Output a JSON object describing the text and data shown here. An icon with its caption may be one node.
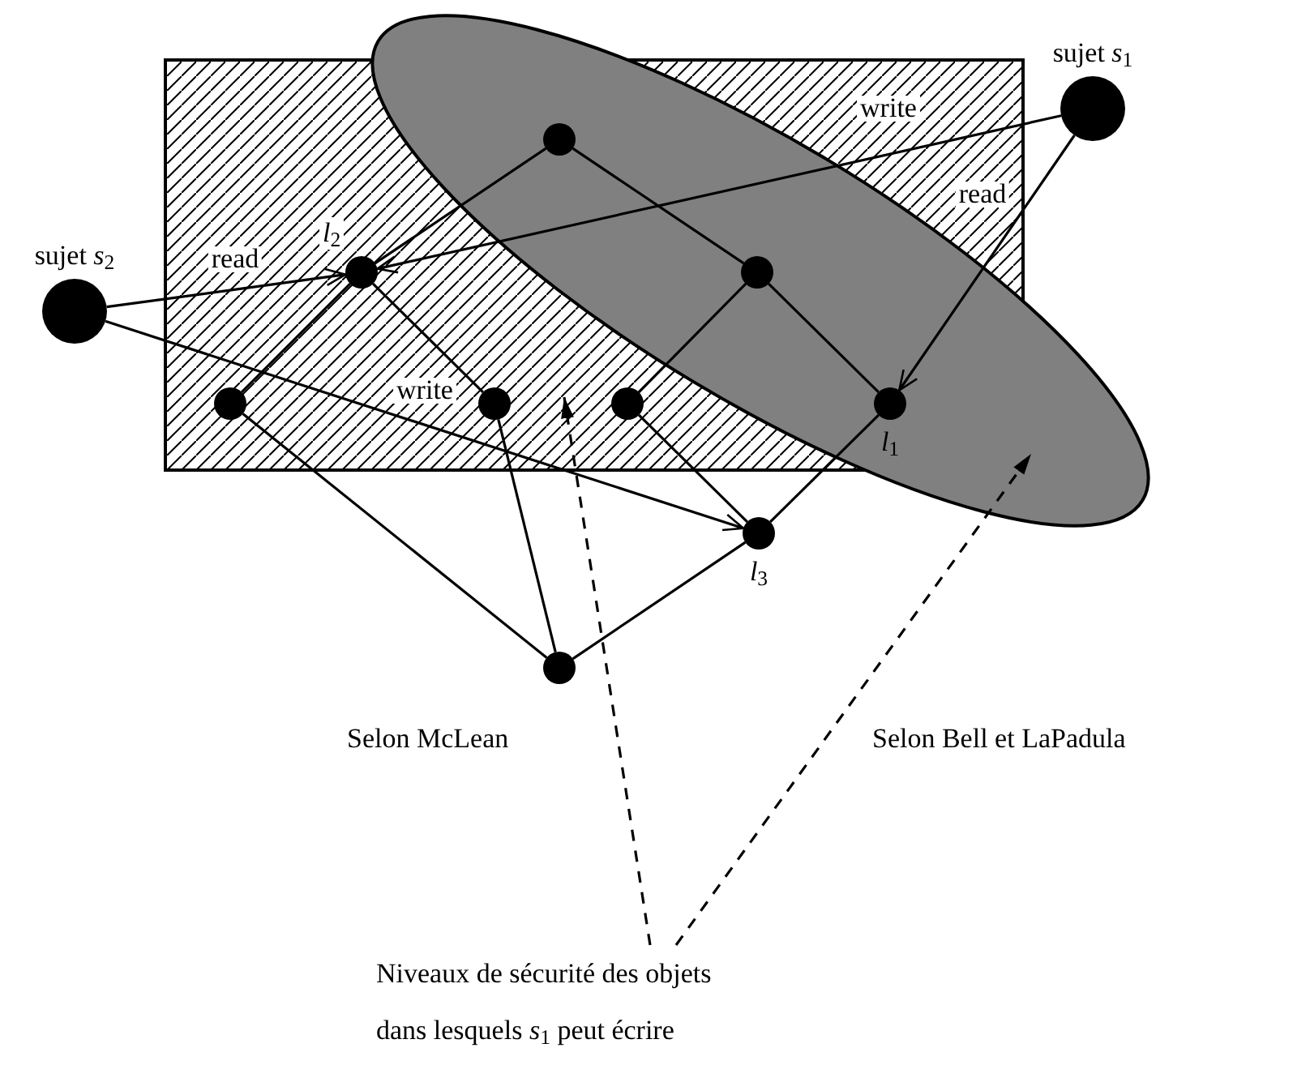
{
  "diagram": {
    "nodes": [
      {
        "text": [
          "sujet *s*$_{1}$"
        ]
      },
      {
        "text": [
          "sujet *s*$_{2}$"
        ]
      },
      {
        "text": [],
        "shape": "circle"
      },
      {
        "text": [],
        "shape": "circle"
      },
      {
        "text": [
          "*l*$_{2}$"
        ]
      },
      {
        "text": [],
        "shape": "circle"
      },
      {
        "text": [],
        "shape": "circle"
      },
      {
        "text": [],
        "shape": "circle"
      },
      {
        "text": [
          "*l*$_{1}$"
        ]
      },
      {
        "text": [
          "*l*$_{3}$"
        ]
      },
      {
        "text": [],
        "shape": "circle"
      },
      {
        "text": [
          "Niveaux de sécurité des objets dans lesquels *s*$_{1}$ peut écrire"
        ]
      }
    ],
    "edges": [
      {
        "from": 0,
        "to": 4,
        "arrow": "to",
        "label": "write"
      },
      {
        "from": 0,
        "to": 8,
        "arrow": "to",
        "label": "read"
      },
      {
        "from": 1,
        "to": 4,
        "arrow": "to",
        "label": "read"
      },
      {
        "from": 1,
        "to": 9,
        "arrow": "to",
        "label": "write"
      },
      {
        "from": 2,
        "to": 4,
        "arrow": "none"
      },
      {
        "from": 2,
        "to": 3,
        "arrow": "none"
      },
      {
        "from": 4,
        "to": 5,
        "arrow": "none"
      },
      {
        "from": 4,
        "to": 6,
        "arrow": "none"
      },
      {
        "from": 3,
        "to": 7,
        "arrow": "none"
      },
      {
        "from": 3,
        "to": 8,
        "arrow": "none"
      },
      {
        "from": 5,
        "to": 10,
        "arrow": "none"
      },
      {
        "from": 6,
        "to": 10,
        "arrow": "none"
      },
      {
        "from": 7,
        "to": 9,
        "arrow": "none"
      },
      {
        "from": 8,
        "to": 9,
        "arrow": "none"
      },
      {
        "from": 9,
        "to": 10,
        "arrow": "none"
      },
      {
        "from": 11,
        "to": null,
        "arrow": "to",
        "style": "dashed"
      },
      {
        "from": 11,
        "to": null,
        "arrow": "to",
        "style": "dashed"
      }
    ],
    "labels": [
      "Selon McLean",
      "Selon Bell et LaPadula"
    ]
  }
}
